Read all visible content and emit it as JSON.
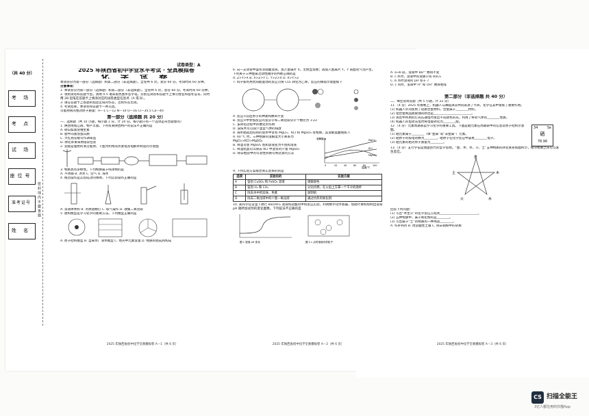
{
  "doc_type": "试卷类型：A",
  "header": {
    "title": "2025 年陕西省初中学业水平考试 · 全真模拟卷",
    "subject": "化 学 试 卷",
    "intro": "本试卷分为第一部分（选择题）和第二部分（非选择题）。全卷共 6 页，总分 60 分。考试时间 60 分钟。"
  },
  "binding": {
    "labels": [
      "考 场",
      "考 点",
      "试 场",
      "座位号",
      "准考证号",
      "姓 名"
    ],
    "seal_note": "密 封 线 内 不 要 答 题",
    "score": "（共 40 分）"
  },
  "notes": {
    "heading": "注意事项：",
    "items": [
      "1. 本试卷分为第一部分（选择题）和第二部分（非选择题）。全卷共 6 页，总分 60 分。考试时间 60 分钟。",
      "2. 领到试卷和答题卡后，请用 0.5 毫米黑色墨水签字笔，分别在试卷和答题卡上填写姓名和准考证号，同时用 2B 铅笔在答题卡上填涂对应的试卷类型信息点（A 或 B）。",
      "3. 请在答题卡上各题的指定区域内作答，否则作答无效。",
      "4. 考试结束，本试卷和答题卡一并交回。",
      "可能用到的相对原子质量：H—1  C—12  N—14  O—16  Cl—35.5  Ca—40"
    ]
  },
  "part1": {
    "heading": "第一部分（选择题  共 20 分）",
    "instruction": "一、选择题（共 10 小题，每小题 2 分，计 20 分。每小题只有一个选项是符合题意的）",
    "questions": [
      "1. 陕西地域辽阔，物产丰富。下列有关陕西特产的说法不正确的是",
      "A. 砀山梨富含维生素",
      "B. 腊牛肉富含蛋白质",
      "C. 大红袍花椒可作调味品",
      "D. 陕北苹果采用纸袋包装",
      "2. 氢能是理想的清洁能源，下图为利用光伏发电及电解水制氢的示意图",
      "3. 物质具有多样性。下列物质属于纯净物的是",
      "A. 不锈钢    B. 冰水    C. 空气    D. 海水",
      "4. 规范操作是实验成功的保障，下列实验操作正确的是",
      "A. 读液体体积    B. 点燃酒精灯    C. 取气操作    D. 收集二氧化碳",
      "5. 建构模型是学习化学的重要方法。下列模型正确的是",
      "A. 原子结构模型    B. 自来水厂净水模型    C. 地壳中元素含量    D. 物质的组成和构成"
    ]
  },
  "middle": {
    "questions": [
      "6. 向一支试管中盛有浓硫酸溶液，加入金属片 X，无明显现象；再加入金属片 Y，Y 表面有气泡产生。",
      "下列关于三种金属活动性顺序的判断正确的是",
      "A. Z>Y>X    B. X>Z>Y    C. Y>Z>X    D. X>Y>Z",
      "7. 科学家利用太阳能驱动的反应可将 CO₂ 转化为乙烯，反应的微观示意图如下",
      "A. 反应①前后原子的种类和数目不变",
      "B. 反应②中参加反应的氢分子和二氧化碳分子个数比为 1:22",
      "C. 该转化过程中的催化剂作用",
      "D. 该技术可以减少温室气体的排放",
      "8. 海水晒盐后得到的卤水中含有 MgCl₂、KCl 和 MgSO₄ 等物质，其溶解度曲线如下",
      "A. 60 ℃ 时，三种物质的溶解度大小关系为 MgCl₂>KCl>MgSO₄",
      "B. 降温可使 MgSO₄ 饱和溶液变为不饱和溶液",
      "C. 降温结晶可以除去 KCl 中混有的少量 MgSO₄",
      "D. 除去粗盐中的可溶性杂质可用过滤的方法",
      "9. 下列实验方案能达到实验目的的是",
      "10. 某同学在常温下进行 Ba(OH)₂ 溶液和盐酸的中和反应实验，利用数字化传感器，借助计算机绘制出溶液 pH 随所加试剂的变化图像。下列说法不正确的是"
    ],
    "table": {
      "headers": [
        "选项",
        "实验目的",
        "实验方案"
      ],
      "rows": [
        [
          "A",
          "鉴别 CuSO₄ 和 FeSO₄ 溶液",
          "观察颜色"
        ],
        [
          "B",
          "鉴别 H₂ 和 CH₄",
          "分别点燃，在火焰上方罩一个干冷的烧杯"
        ],
        [
          "C",
          "除去水中的异味、色素",
          "加明矾"
        ],
        [
          "D",
          "除去二氧化碳中的少量一氧化碳",
          "通过灼热的氧化铜"
        ]
      ]
    },
    "fig_captions": [
      "图 1 溶液 pH 变化",
      "图 2 c 点时溶液中的粒子"
    ],
    "chart_labels": {
      "y": "溶解度/g",
      "x": "温度/℃",
      "series": [
        "MgCl₂",
        "KCl",
        "MgSO₄"
      ],
      "x_ticks": [
        "0",
        "20",
        "40",
        "60",
        "80",
        "100"
      ]
    }
  },
  "part2": {
    "options_top": [
      "A. a→b 段，溶液中 Ba²⁺ 数目不变",
      "B. c 点时，溶液中的溶质只有 BaCl₂",
      "C. b 点时溶液的 pH 等于 7",
      "D. c 点时，溶液中 H⁺ 和 OH⁻ 数目相等"
    ],
    "heading": "第二部分（非选择题  共 40 分）",
    "instruction": "二、填空及简答题（共 5 小题，计 22 分）",
    "questions": [
      "11.（4 分）2025 年春晚上，机器人与舞蹈演员共同表演了节目，化学在其中发挥了重要作用。",
      "(1) 机器人外壳使用了轻质合金材料，合金属于________材料。",
      "(2) 铝合金制品耐腐蚀的原因是________________________。",
      "(3) 演出中所用的灯光在通电时发出不同颜色的光，利用了稀有气体的________性质。",
      "(4) 机器人的电池充电时将电能转化为________能。",
      "12.（4 分）元素周期表是学习化学的重要工具。下图是硒元素在周期表中的信息及原子结构示意图。",
      "(1) 硒元素属于________（填“金属”或“非金属”）元素。",
      "(2) 硒原子的核电荷数为________，硒原子在化学反应中容易________电子。",
      "(3) 硒元素的相对原子质量为________。",
      "13.（4 分）五行学说是我国古代的哲学思想。“金、木、水、火、土”五种物质的转化关系如图所示，相邻物质之间可以发生反应。",
      "回答下列问题：",
      "(1) 写出“木生火”的化学反应方程式________________________。",
      "(2) 五种物质中，属于氧化物的是________。",
      "(3) 写出属于“土”的物质的一种用途________。",
      "A. 作补钙剂    B. 改良酸性土壤    C. 除去铜粉中的杂质"
    ],
    "element_tile": {
      "number": "34",
      "symbol": "Se",
      "name": "硒",
      "mass": "78.96"
    },
    "star_labels": [
      "金",
      "木",
      "水",
      "火",
      "土"
    ]
  },
  "footers": [
    "2025 年陕西省初中化学全真模拟卷 A－1（共 6 页）",
    "2025 年陕西省初中化学全真模拟卷 A－2（共 6 页）",
    "2025 年陕西省初中化学全真模拟卷 A－3（共 6 页）"
  ],
  "scanner": {
    "logo": "CS",
    "name": "扫描全能王",
    "sub": "3亿人都在用的扫描App"
  }
}
